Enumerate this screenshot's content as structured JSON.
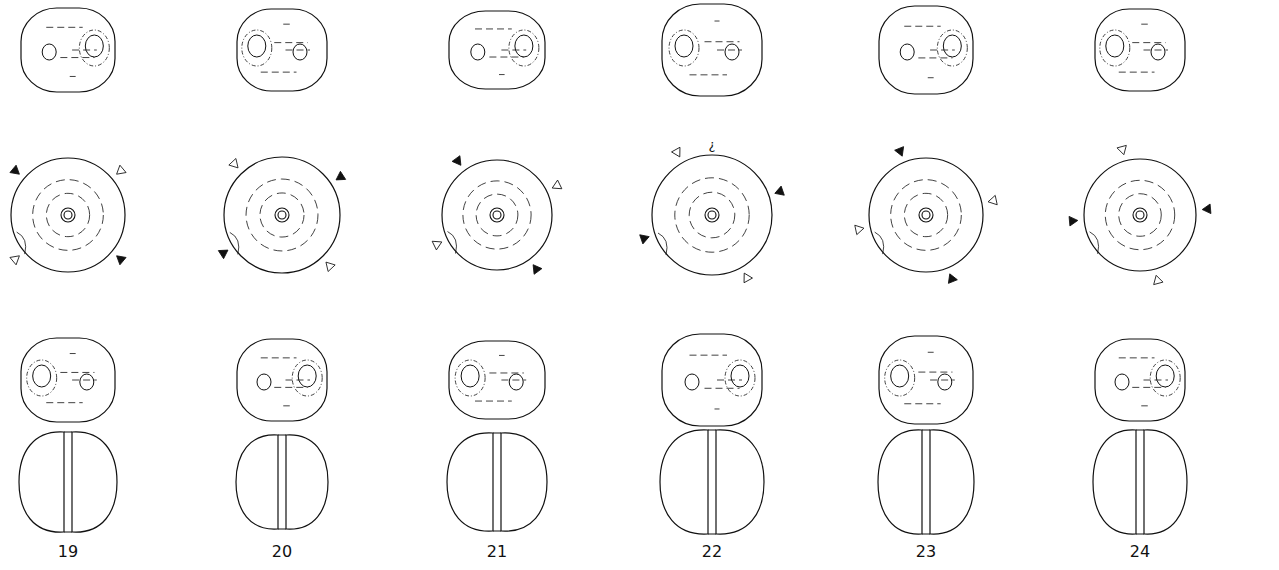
{
  "diagram": {
    "labels": [
      "19",
      "20",
      "21",
      "22",
      "23",
      "24",
      "¿"
    ]
  }
}
